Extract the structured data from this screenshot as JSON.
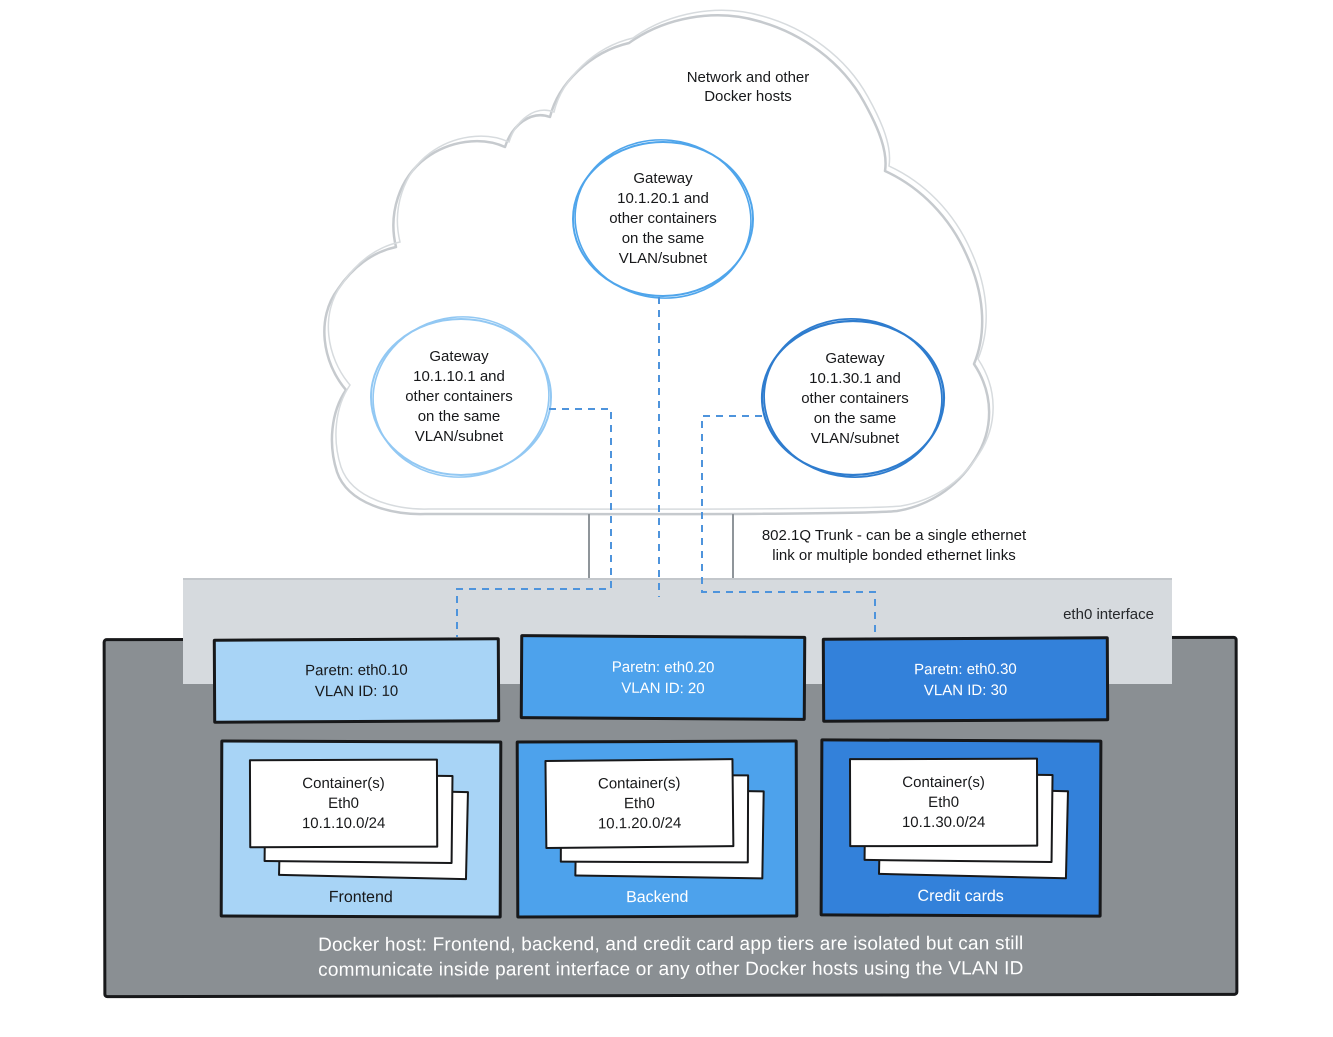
{
  "colors": {
    "vlan10_light_blue": "#A8D4F6",
    "vlan20_medium_blue": "#4DA2EC",
    "vlan30_dark_blue": "#3381DA",
    "docker_host_gray": "#8A8F93",
    "eth0_bar_gray": "#D6DADE",
    "cloud_outline_gray": "#C6CACE",
    "connector_dash_blue": "#4E94DC",
    "circle_stroke_vlan10": "#92C8F3",
    "circle_stroke_vlan20": "#4FA5EB",
    "circle_stroke_vlan30": "#2E7CCE"
  },
  "cloud": {
    "title": "Network and other\nDocker hosts",
    "gateways": [
      {
        "id": "vlan10",
        "text": "Gateway\n10.1.10.1 and\nother containers\non the same\nVLAN/subnet"
      },
      {
        "id": "vlan20",
        "text": "Gateway\n10.1.20.1 and\nother containers\non the same\nVLAN/subnet"
      },
      {
        "id": "vlan30",
        "text": "Gateway\n10.1.30.1 and\nother containers\non the same\nVLAN/subnet"
      }
    ]
  },
  "trunk": {
    "label": "802.1Q Trunk - can be a single ethernet\nlink or multiple bonded ethernet links"
  },
  "eth0_interface": {
    "label": "eth0 interface"
  },
  "vlan_interfaces": [
    {
      "parent": "Paretn: eth0.10",
      "vlan_id": "VLAN ID: 10"
    },
    {
      "parent": "Paretn: eth0.20",
      "vlan_id": "VLAN ID: 20"
    },
    {
      "parent": "Paretn: eth0.30",
      "vlan_id": "VLAN ID: 30"
    }
  ],
  "tiers": [
    {
      "card_text": "Container(s)\nEth0\n10.1.10.0/24",
      "label": "Frontend"
    },
    {
      "card_text": "Container(s)\nEth0\n10.1.20.0/24",
      "label": "Backend"
    },
    {
      "card_text": "Container(s)\nEth0\n10.1.30.0/24",
      "label": "Credit cards"
    }
  ],
  "docker_host": {
    "caption": "Docker host: Frontend, backend, and credit card app tiers are isolated but can still\ncommunicate inside parent interface or any other Docker hosts using the VLAN ID"
  }
}
